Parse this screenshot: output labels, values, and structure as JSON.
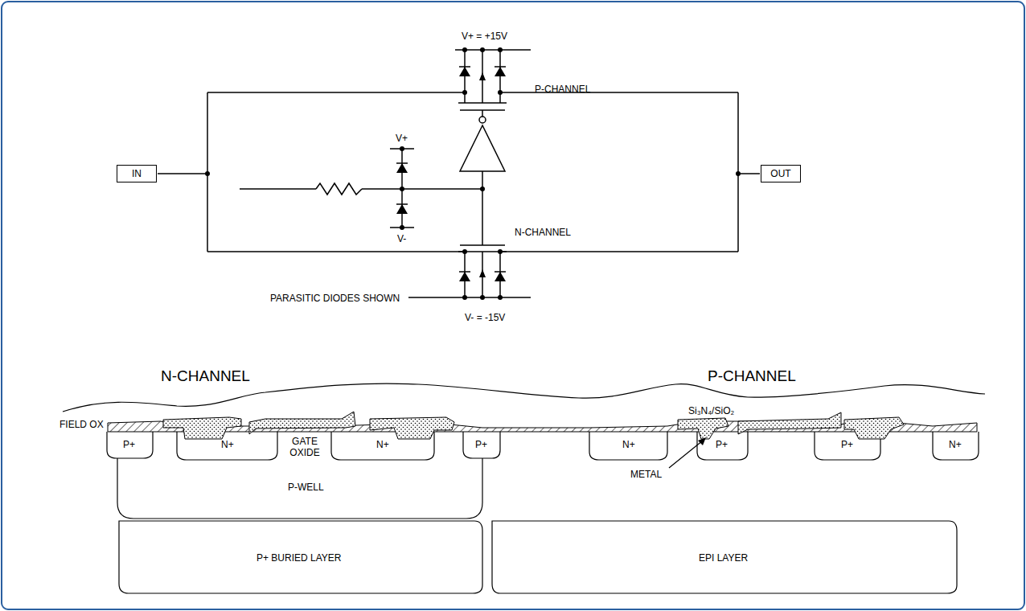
{
  "diagram": {
    "nodes": [
      {
        "text": [
          "IN"
        ]
      },
      {
        "text": [
          "OUT"
        ]
      }
    ],
    "labels": [
      "V+ = +15V",
      "P-CHANNEL",
      "V+",
      "V-",
      "N-CHANNEL",
      "PARASITIC DIODES SHOWN",
      "V- = -15V",
      "N-CHANNEL",
      "P-CHANNEL",
      "Si₃N₄/SiO₂",
      "FIELD OX",
      "P+",
      "N+",
      "GATE OXIDE",
      "N+",
      "P+",
      "P-WELL",
      "N+",
      "METAL",
      "P+",
      "P+",
      "N+",
      "P+ BURIED LAYER",
      "EPI LAYER"
    ]
  }
}
